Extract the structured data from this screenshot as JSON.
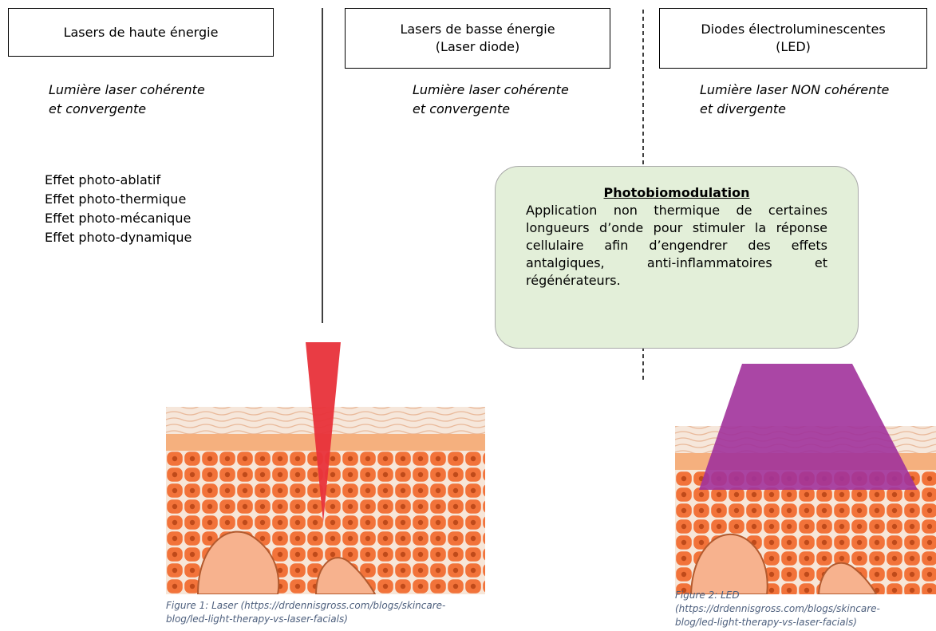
{
  "columns": [
    {
      "title_lines": [
        "Lasers de haute énergie"
      ],
      "subtitle_lines": [
        "Lumière laser cohérente",
        "et convergente"
      ]
    },
    {
      "title_lines": [
        "Lasers de basse énergie",
        "(Laser diode)"
      ],
      "subtitle_lines": [
        "Lumière laser cohérente",
        "et convergente"
      ]
    },
    {
      "title_lines": [
        "Diodes électroluminescentes",
        "(LED)"
      ],
      "subtitle_lines": [
        "Lumière laser NON cohérente",
        "et divergente"
      ]
    }
  ],
  "effects": [
    "Effet photo-ablatif",
    "Effet photo-thermique",
    "Effet photo-mécanique",
    "Effet photo-dynamique"
  ],
  "photobiomodulation": {
    "title": "Photobiomodulation",
    "text": "Application non thermique de certaines longueurs d’onde pour stimuler la réponse cellulaire afin d’engendrer des effets antalgiques, anti-inflammatoires et régénérateurs."
  },
  "figures": [
    {
      "caption_lines": [
        "Figure 1: Laser (https://drdennisgross.com/blogs/skincare-",
        "blog/led-light-therapy-vs-laser-facials)"
      ]
    },
    {
      "caption_lines": [
        "Figure 2: LED",
        "(https://drdennisgross.com/blogs/skincare-",
        "blog/led-light-therapy-vs-laser-facials)"
      ]
    }
  ],
  "colors": {
    "laser_beam": "#e8323a",
    "led_beam": "#a1329b",
    "photobiomodulation_box": "#e3efd9",
    "caption_text": "#4d5f7d",
    "cell_fill": "#f2733a",
    "cell_border": "#fbe3d2"
  }
}
